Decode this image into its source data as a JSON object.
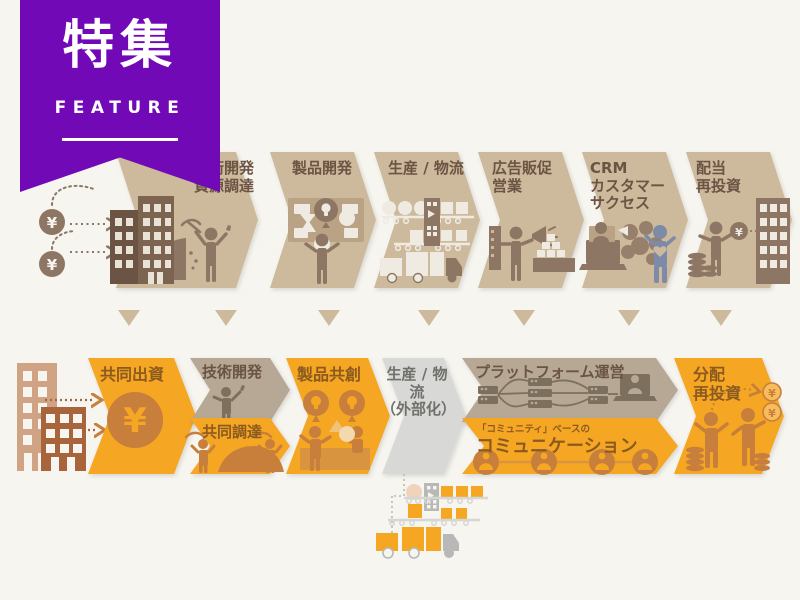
{
  "page": {
    "background_color": "#f7f5f0",
    "title_banner": {
      "kanji": "特集",
      "latin": "FEATURE",
      "color": "#7209b7"
    }
  },
  "colors": {
    "background": "#f7f5f0",
    "taupe_chevron": "#cdb99b",
    "taupe_text": "#6b5444",
    "taupe_icon": "#8d7764",
    "taupe_icon_light": "#efebe3",
    "orange_chevron": "#f5a623",
    "orange_text": "#8a5a20",
    "orange_icon": "#c87f3c",
    "grey_chevron": "#d8d8d6",
    "grey_text": "#70706c",
    "banner_purple": "#7209b7",
    "accent_blue": "#7d8aa8",
    "building_light": "#cfa384",
    "building_dark": "#a8643a",
    "arrow_triangle": "#cdb99b"
  },
  "top_row": {
    "row_label": "conventional-value-chain",
    "source_icons": {
      "yen_coin_upper": "¥",
      "yen_coin_lower": "¥",
      "building": "corporate-building"
    },
    "stages": [
      {
        "id": "rnd-sourcing",
        "lines": [
          "技術開発",
          "資源調達"
        ],
        "icon": "miner-pickaxe-icon",
        "color": "#cdb99b"
      },
      {
        "id": "product-dev",
        "lines": [
          "製品開発"
        ],
        "icon": "product-design-icon",
        "color": "#cdb99b"
      },
      {
        "id": "production",
        "lines": [
          "生産 / 物流"
        ],
        "icon": "factory-truck-icon",
        "color": "#cdb99b"
      },
      {
        "id": "marketing",
        "lines": [
          "広告販促",
          "営業"
        ],
        "icon": "megaphone-sales-icon",
        "color": "#cdb99b"
      },
      {
        "id": "crm",
        "lines": [
          "CRM",
          "カスタマー",
          "サクセス"
        ],
        "icon": "crm-customer-icon",
        "color": "#cdb99b"
      },
      {
        "id": "dividend",
        "lines": [
          "配当",
          "再投資"
        ],
        "icon": "dividend-coins-icon",
        "color": "#cdb99b"
      }
    ]
  },
  "transition_arrows": {
    "name": "down-arrow-triangle",
    "count": 7,
    "color": "#cdb99b"
  },
  "bottom_row": {
    "row_label": "community-based-value-chain",
    "source_icons": {
      "building_tall": "corporate-building-light",
      "building_short": "corporate-building-dark"
    },
    "stages": [
      {
        "id": "co-investment",
        "lines": [
          "共同出資"
        ],
        "icon": "yen-coin-icon",
        "color": "#f5a623",
        "text_color": "#8a5a20"
      },
      {
        "id": "tech-dev",
        "lines": [
          "技術開発"
        ],
        "icon": "engineer-icon",
        "color": "#b6a894",
        "text_color": "#6b5444"
      },
      {
        "id": "co-procurement",
        "lines": [
          "共同調達"
        ],
        "icon": "miners-pile-icon",
        "color": "#f5a623",
        "text_color": "#8a5a20"
      },
      {
        "id": "co-creation",
        "lines": [
          "製品共創"
        ],
        "icon": "co-creation-idea-icon",
        "color": "#f5a623",
        "text_color": "#8a5a20"
      },
      {
        "id": "production-out",
        "lines": [
          "生産 / 物流",
          "（外部化）"
        ],
        "icon": "outsourced-logistics-icon",
        "color": "#d8d8d6",
        "text_color": "#70706c"
      },
      {
        "id": "platform-ops",
        "lines": [
          "プラットフォーム運営"
        ],
        "icon": "server-network-icon",
        "color": "#b6a894",
        "text_color": "#6b5444"
      },
      {
        "id": "communication",
        "small_line": "「コミュニティ」ベースの",
        "lines": [
          "コミュニケーション"
        ],
        "icon": "community-chain-icon",
        "color": "#f5a623",
        "text_color": "#8a5a20"
      },
      {
        "id": "distribution",
        "lines": [
          "分配",
          "再投資"
        ],
        "icon": "distribute-coins-icon",
        "color": "#f5a623",
        "text_color": "#8a5a20"
      }
    ],
    "detached_icon": {
      "id": "external-logistics",
      "name": "conveyor-truck-icon",
      "color": "#f5a623"
    }
  }
}
